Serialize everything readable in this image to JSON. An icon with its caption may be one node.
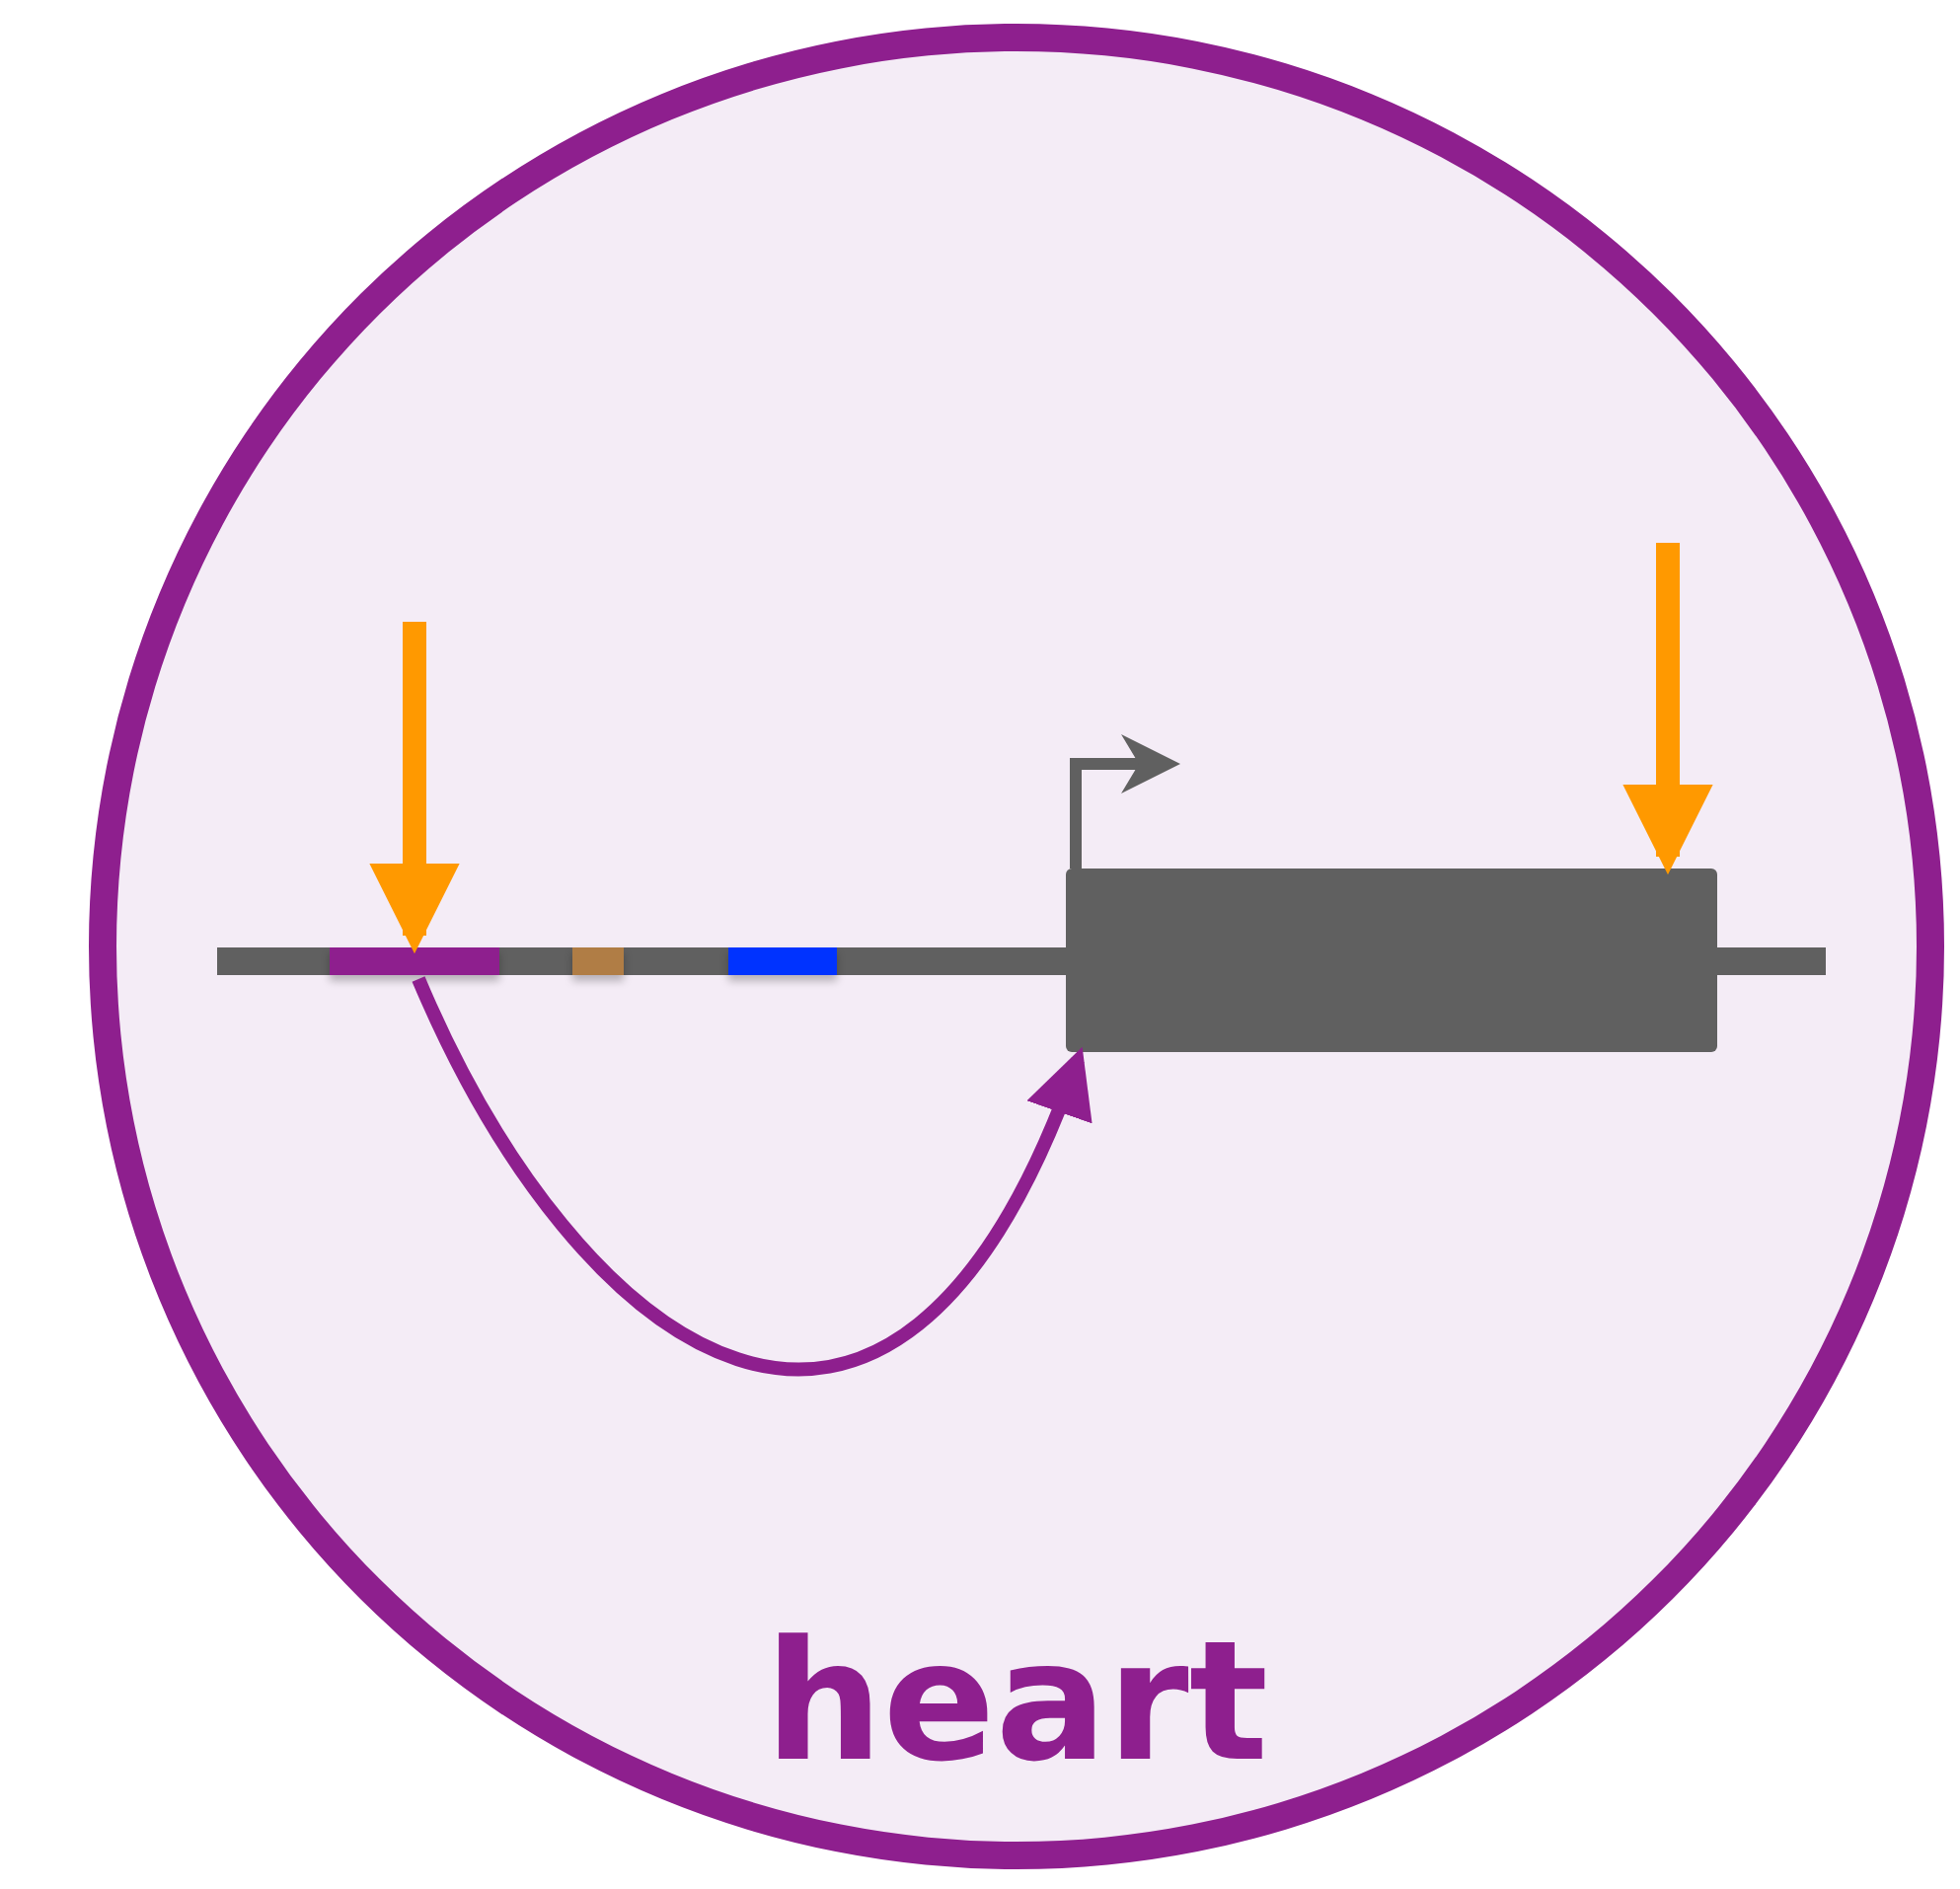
{
  "diagram": {
    "nodes": [
      {
        "text": [
          "heart"
        ]
      },
      {
        "text": [],
        "shape": "bar",
        "in": 0
      },
      {
        "text": [],
        "shape": "bar",
        "in": 0
      },
      {
        "text": [],
        "shape": "bar",
        "in": 0
      },
      {
        "text": [],
        "shape": "box",
        "in": 0
      }
    ],
    "edges": [
      {
        "from": 1,
        "to": 4,
        "arrow": "to",
        "color": "#8e1f8e"
      },
      {
        "from": null,
        "to": 1,
        "arrow": "to"
      },
      {
        "from": null,
        "to": 4,
        "arrow": "to"
      }
    ]
  }
}
